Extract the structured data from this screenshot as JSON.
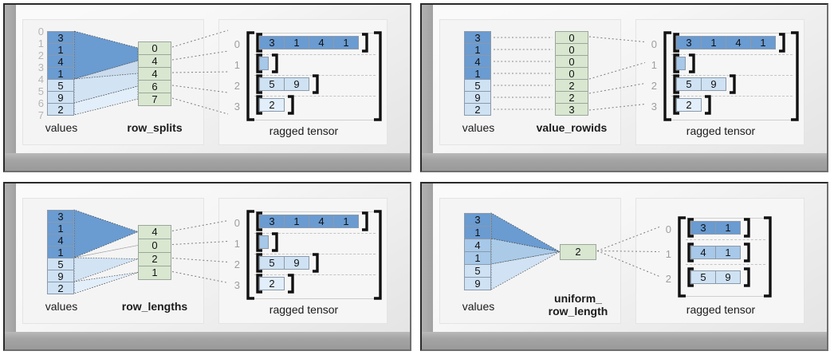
{
  "colors": {
    "dark_blue": "#6a9bd1",
    "mid_blue": "#a7c8e8",
    "light_blue": "#cfe2f4",
    "pale_blue": "#e2eef9",
    "green": "#d9e7d1",
    "cell_border": "#8b9aab",
    "index_gray": "#b5b5b5",
    "panel_gray": "#a0a0a0",
    "bracket_black": "#111111"
  },
  "panels": [
    {
      "id": "row-splits",
      "values_label": "values",
      "values": [
        "3",
        "1",
        "4",
        "1",
        "5",
        "9",
        "2"
      ],
      "value_shades": [
        "dark",
        "dark",
        "dark",
        "dark",
        "light",
        "light",
        "light"
      ],
      "index_labels": [
        "0",
        "1",
        "2",
        "3",
        "4",
        "5",
        "6",
        "7"
      ],
      "show_index_labels": true,
      "partition_label": "row_splits",
      "partition_values": [
        "0",
        "4",
        "4",
        "6",
        "7"
      ],
      "tensor_label": "ragged tensor",
      "tensor_row_indices": [
        "0",
        "1",
        "2",
        "3"
      ],
      "tensor_rows": [
        {
          "cells": [
            "3",
            "1",
            "4",
            "1"
          ],
          "shade": "dark"
        },
        {
          "cells": [],
          "shade": "mid",
          "empty": true
        },
        {
          "cells": [
            "5",
            "9"
          ],
          "shade": "light"
        },
        {
          "cells": [
            "2"
          ],
          "shade": "pale"
        }
      ]
    },
    {
      "id": "value-rowids",
      "values_label": "values",
      "values": [
        "3",
        "1",
        "4",
        "1",
        "5",
        "9",
        "2"
      ],
      "value_shades": [
        "dark",
        "dark",
        "dark",
        "dark",
        "light",
        "light",
        "light"
      ],
      "index_labels": [],
      "show_index_labels": false,
      "partition_label": "value_rowids",
      "partition_values": [
        "0",
        "0",
        "0",
        "0",
        "2",
        "2",
        "3"
      ],
      "tensor_label": "ragged tensor",
      "tensor_row_indices": [
        "0",
        "1",
        "2",
        "3"
      ],
      "tensor_rows": [
        {
          "cells": [
            "3",
            "1",
            "4",
            "1"
          ],
          "shade": "dark"
        },
        {
          "cells": [],
          "shade": "mid",
          "empty": true
        },
        {
          "cells": [
            "5",
            "9"
          ],
          "shade": "light"
        },
        {
          "cells": [
            "2"
          ],
          "shade": "pale"
        }
      ]
    },
    {
      "id": "row-lengths",
      "values_label": "values",
      "values": [
        "3",
        "1",
        "4",
        "1",
        "5",
        "9",
        "2"
      ],
      "value_shades": [
        "dark",
        "dark",
        "dark",
        "dark",
        "light",
        "light",
        "light"
      ],
      "index_labels": [],
      "show_index_labels": false,
      "partition_label": "row_lengths",
      "partition_values": [
        "4",
        "0",
        "2",
        "1"
      ],
      "tensor_label": "ragged tensor",
      "tensor_row_indices": [
        "0",
        "1",
        "2",
        "3"
      ],
      "tensor_rows": [
        {
          "cells": [
            "3",
            "1",
            "4",
            "1"
          ],
          "shade": "dark"
        },
        {
          "cells": [],
          "shade": "mid",
          "empty": true
        },
        {
          "cells": [
            "5",
            "9"
          ],
          "shade": "light"
        },
        {
          "cells": [
            "2"
          ],
          "shade": "pale"
        }
      ]
    },
    {
      "id": "uniform-row-length",
      "values_label": "values",
      "values": [
        "3",
        "1",
        "4",
        "1",
        "5",
        "9"
      ],
      "value_shades": [
        "dark",
        "dark",
        "mid",
        "mid",
        "light",
        "light"
      ],
      "index_labels": [],
      "show_index_labels": false,
      "partition_label": "uniform_\nrow_length",
      "partition_values": [
        "2"
      ],
      "tensor_label": "ragged tensor",
      "tensor_row_indices": [
        "0",
        "1",
        "2"
      ],
      "tensor_rows": [
        {
          "cells": [
            "3",
            "1"
          ],
          "shade": "dark"
        },
        {
          "cells": [
            "4",
            "1"
          ],
          "shade": "mid"
        },
        {
          "cells": [
            "5",
            "9"
          ],
          "shade": "light"
        }
      ]
    }
  ]
}
